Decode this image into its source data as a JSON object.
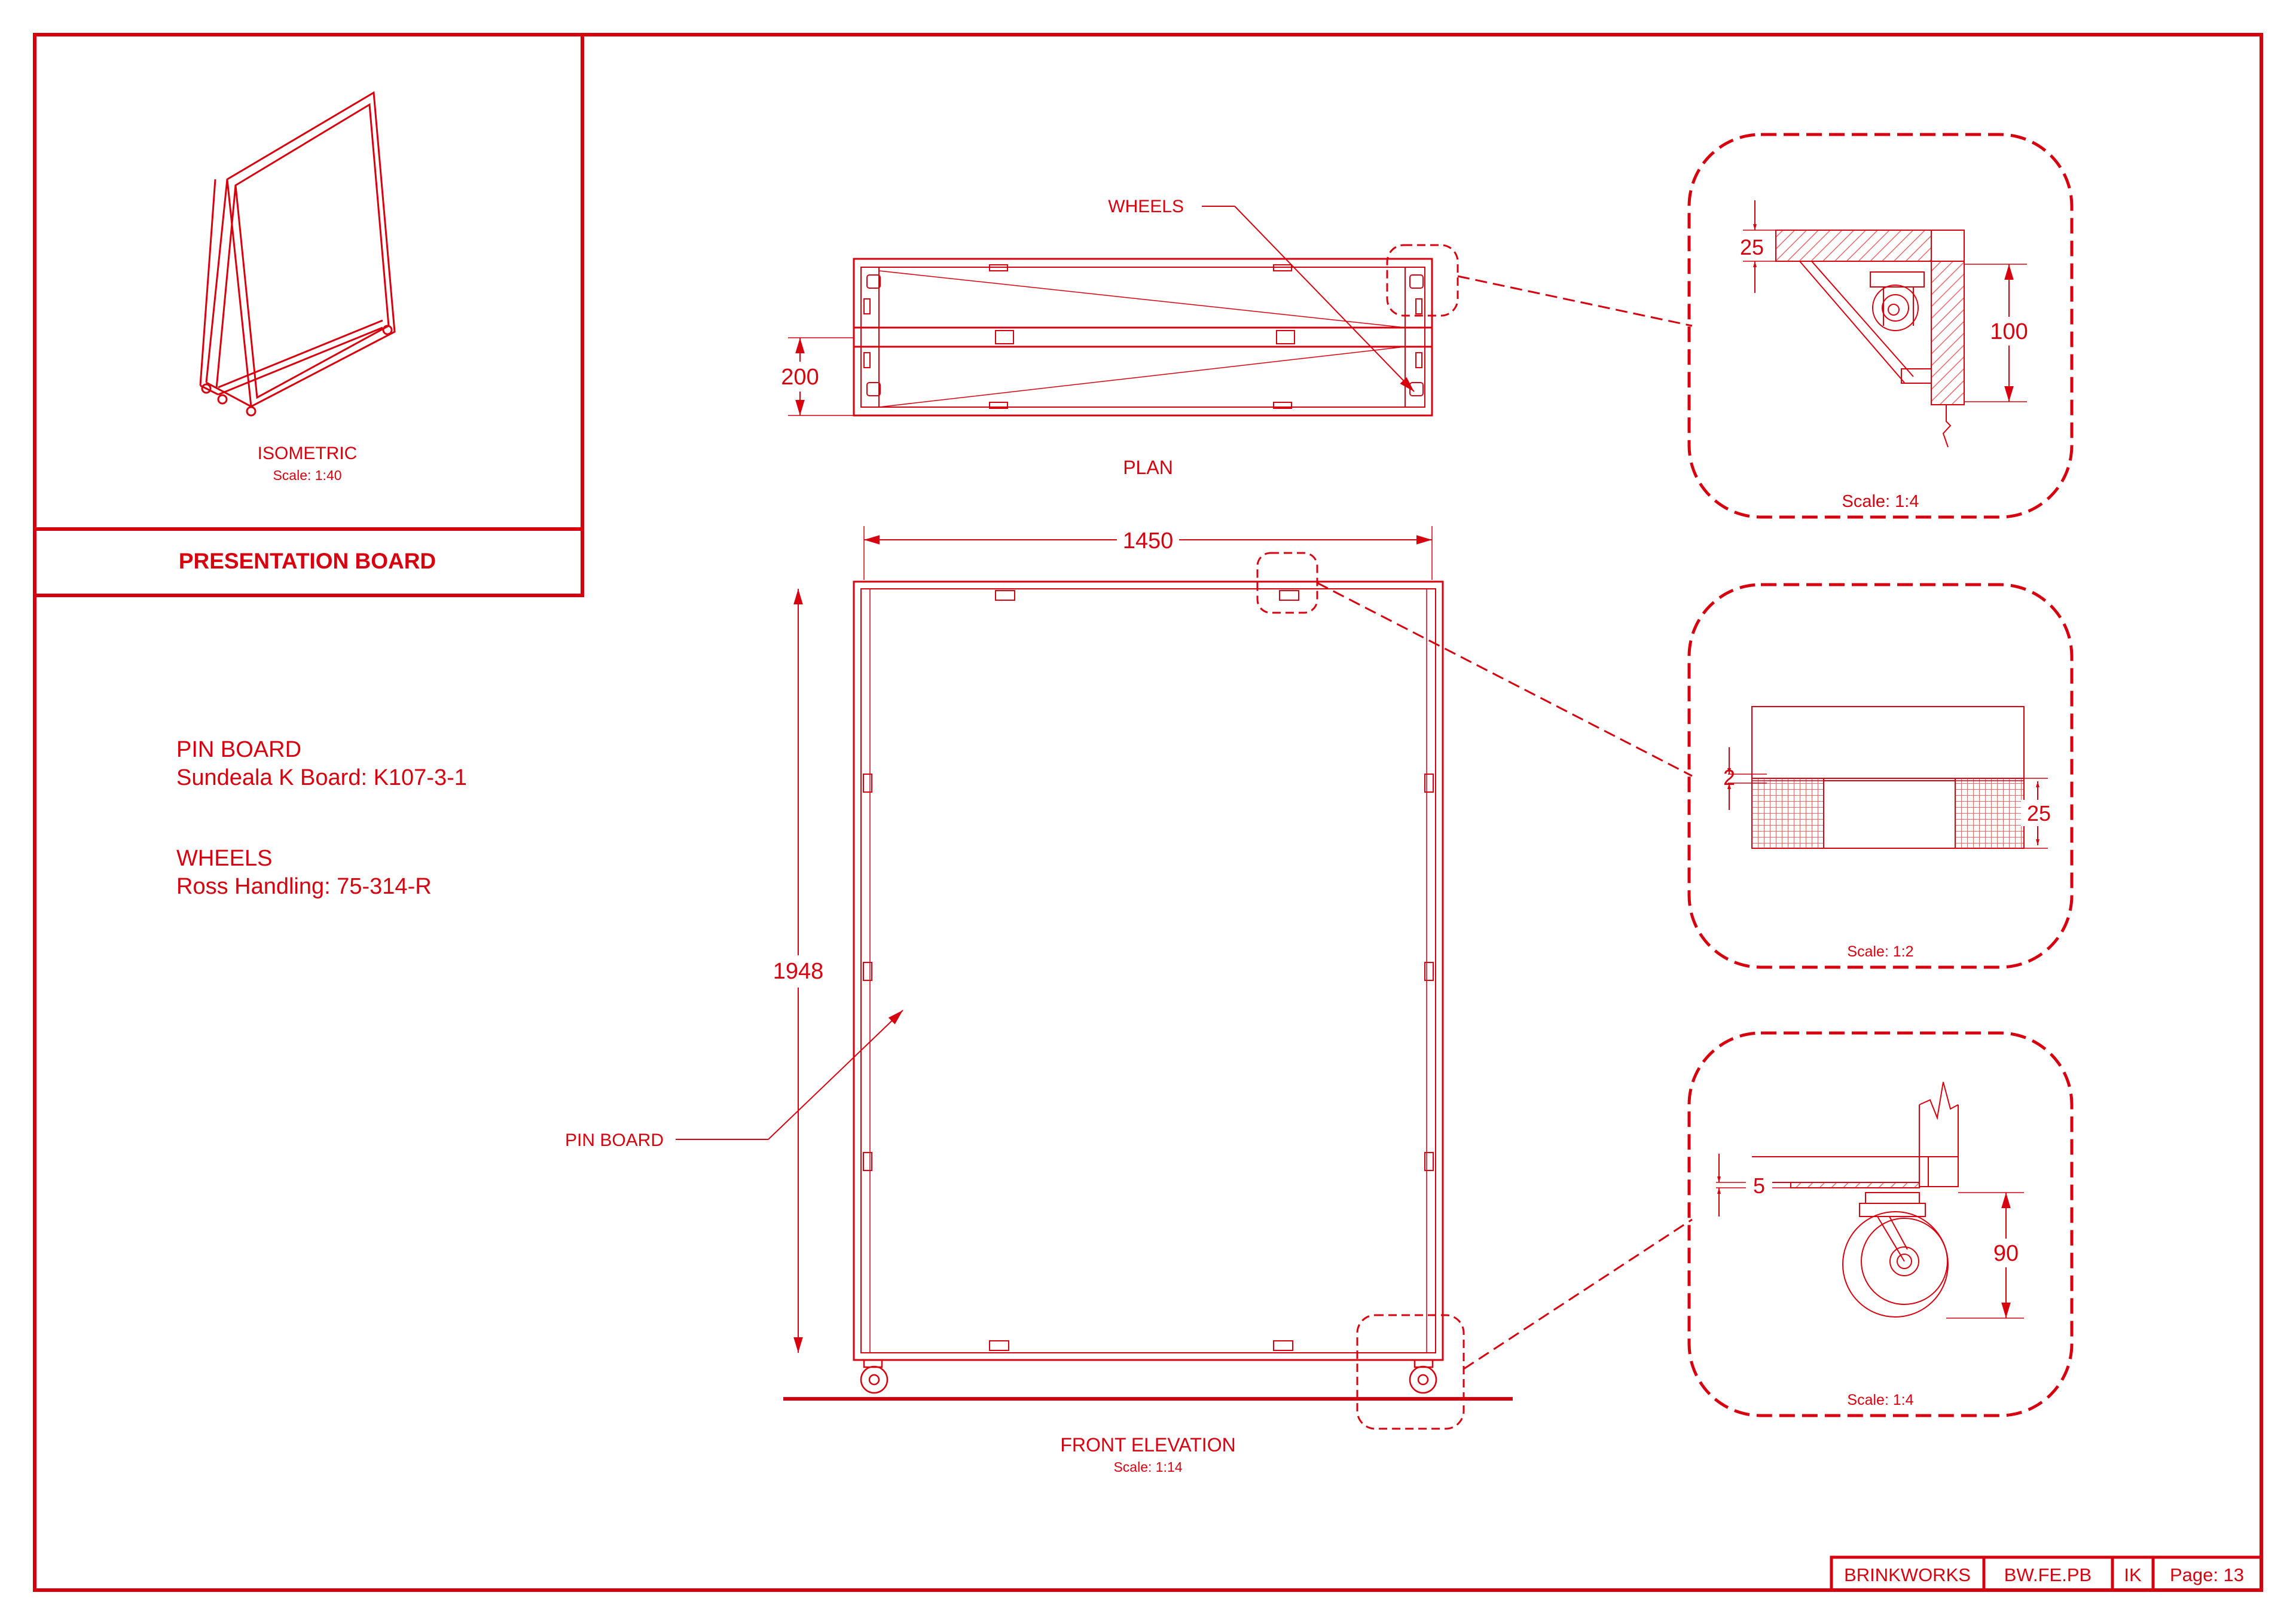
{
  "colors": {
    "line": "#d6000f",
    "fine": "#e23a3a",
    "hatch": "#e86a6a"
  },
  "title_block": {
    "isometric_label": "ISOMETRIC",
    "isometric_scale": "Scale: 1:40",
    "title": "PRESENTATION BOARD"
  },
  "notes": {
    "pin_heading": "PIN BOARD",
    "pin_detail": "Sundeala K Board: K107-3-1",
    "wheels_heading": "WHEELS",
    "wheels_detail": "Ross Handling: 75-314-R"
  },
  "plan": {
    "callout": "WHEELS",
    "label": "PLAN",
    "dim_depth": "200"
  },
  "elevation": {
    "dim_width": "1450",
    "dim_height": "1948",
    "callout": "PIN BOARD",
    "label": "FRONT ELEVATION",
    "scale": "Scale: 1:14"
  },
  "details": [
    {
      "dims": [
        "25",
        "100"
      ],
      "scale": "Scale: 1:4"
    },
    {
      "dims": [
        "2",
        "25"
      ],
      "scale": "Scale: 1:2"
    },
    {
      "dims": [
        "5",
        "90"
      ],
      "scale": "Scale: 1:4"
    }
  ],
  "footer": {
    "company": "BRINKWORKS",
    "code": "BW.FE.PB",
    "initials": "IK",
    "page": "Page: 13"
  }
}
